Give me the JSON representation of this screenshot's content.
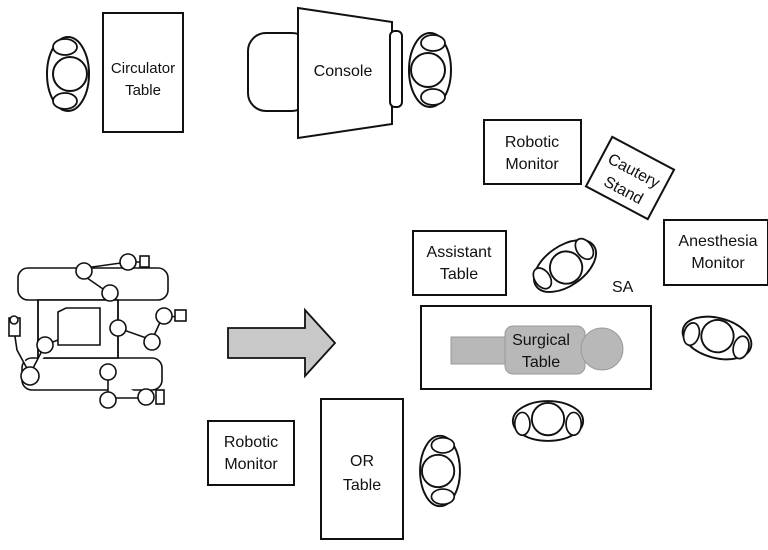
{
  "labels": {
    "circulator_table": [
      "Circulator",
      "Table"
    ],
    "console": "Console",
    "robotic_monitor_top": [
      "Robotic",
      "Monitor"
    ],
    "cautery_stand": [
      "Cautery",
      "Stand"
    ],
    "assistant_table": [
      "Assistant",
      "Table"
    ],
    "anesthesia_monitor": [
      "Anesthesia",
      "Monitor"
    ],
    "sa": "SA",
    "surgical_table": [
      "Surgical",
      "Table"
    ],
    "robotic_monitor_bottom": [
      "Robotic",
      "Monitor"
    ],
    "or_table": [
      "OR",
      "Table"
    ]
  },
  "colors": {
    "stroke": "#111111",
    "arrow_fill": "#c8c8c8",
    "patient_fill": "#b8b8b8"
  }
}
